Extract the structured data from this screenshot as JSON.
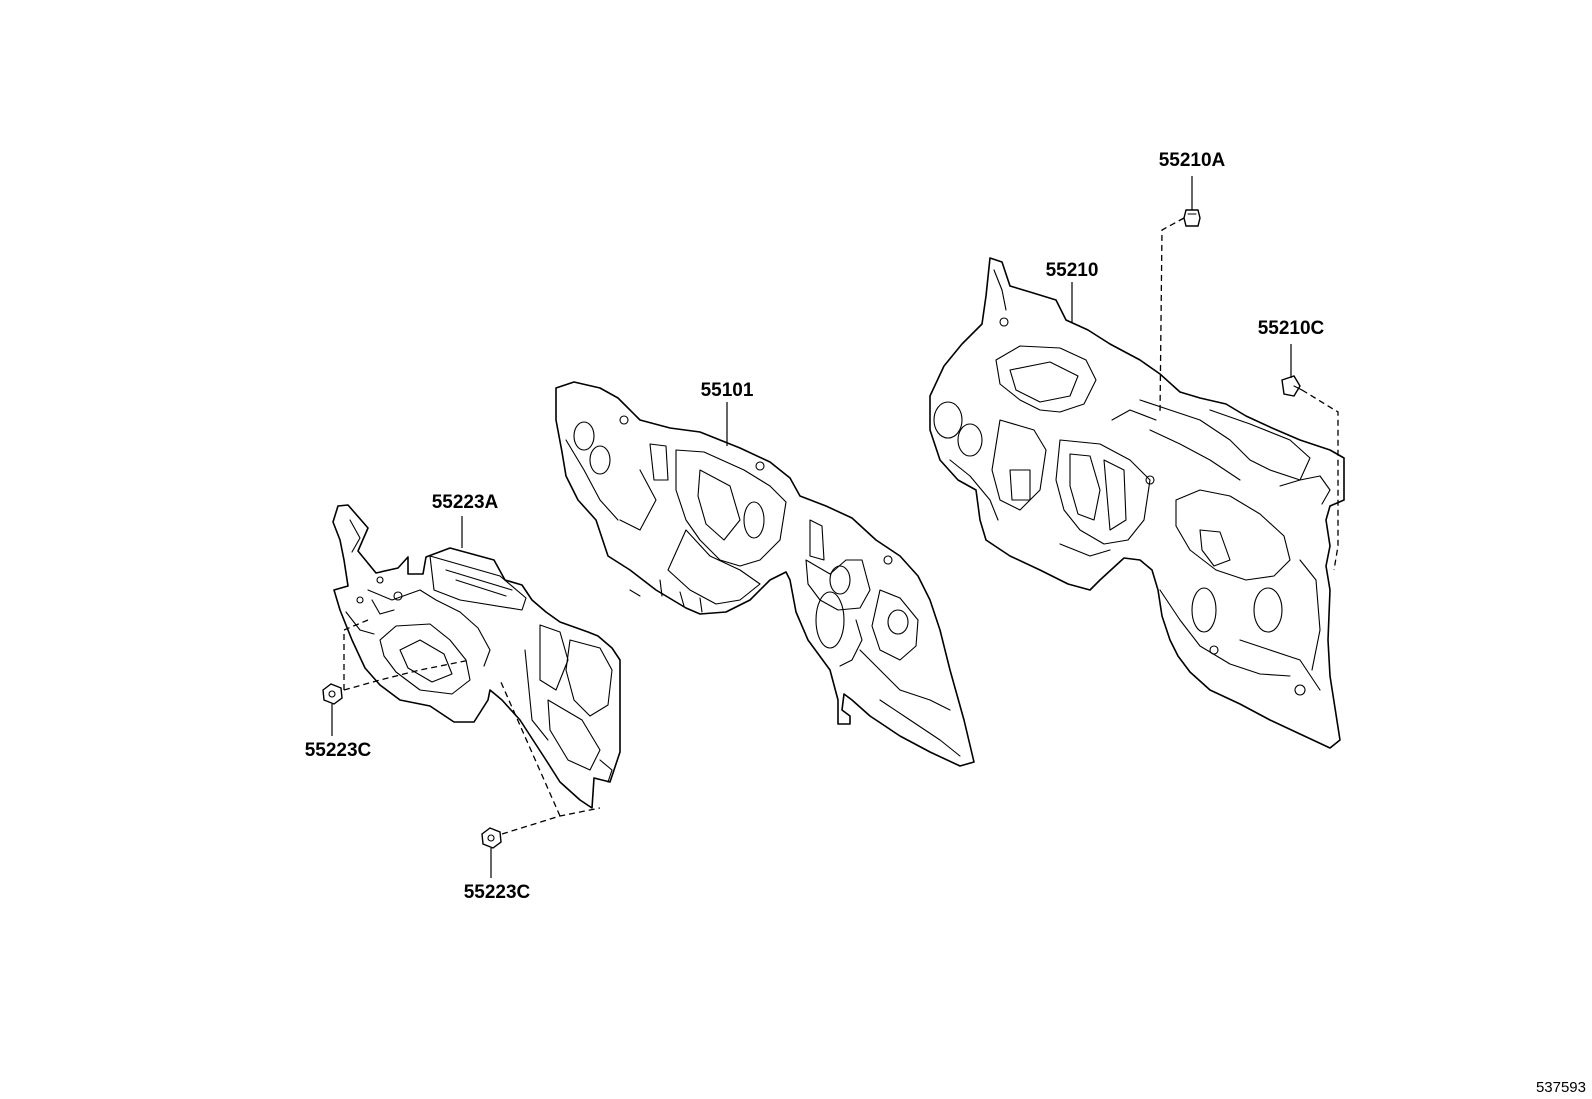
{
  "callouts": {
    "part_55210A": "55210A",
    "part_55210": "55210",
    "part_55210C": "55210C",
    "part_55101": "55101",
    "part_55223A": "55223A",
    "part_55223C_upper": "55223C",
    "part_55223C_lower": "55223C"
  },
  "diagram_ref": "537593"
}
